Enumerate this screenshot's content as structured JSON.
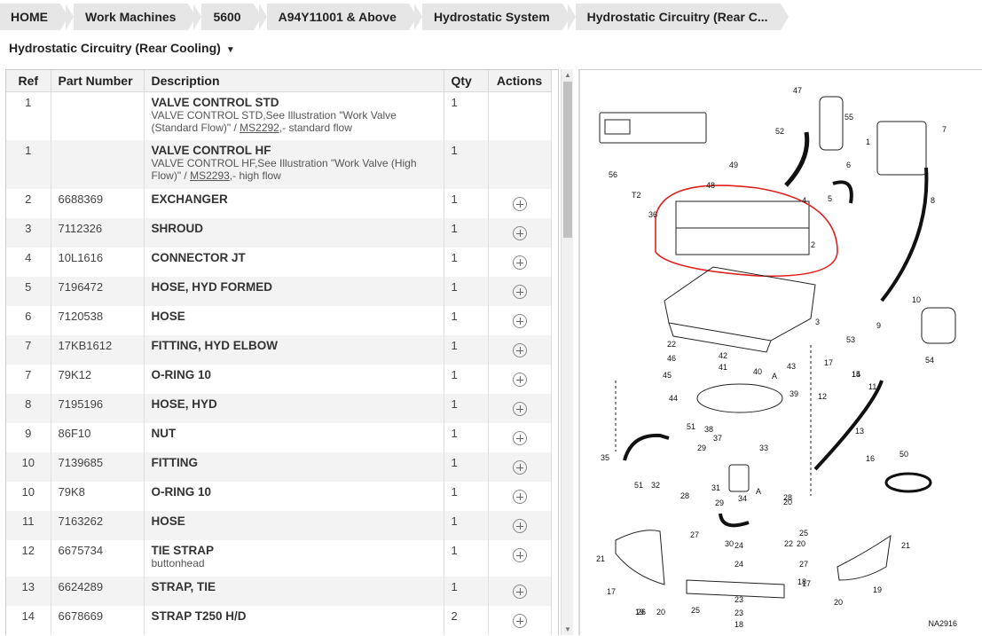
{
  "breadcrumb": [
    "HOME",
    "Work Machines",
    "5600",
    "A94Y11001 & Above",
    "Hydrostatic System",
    "Hydrostatic Circuitry (Rear C..."
  ],
  "page_title": "Hydrostatic Circuitry (Rear Cooling)",
  "table": {
    "headers": {
      "ref": "Ref",
      "part": "Part Number",
      "desc": "Description",
      "qty": "Qty",
      "actions": "Actions"
    },
    "rows": [
      {
        "ref": "1",
        "part": "",
        "title": "VALVE CONTROL STD",
        "sub_pre": "VALVE CONTROL STD,See Illustration \"Work Valve (Standard Flow)\" / ",
        "sub_link": "MS2292",
        "sub_post": ",- standard flow",
        "qty": "1",
        "action": false
      },
      {
        "ref": "1",
        "part": "",
        "title": "VALVE CONTROL HF",
        "sub_pre": "VALVE CONTROL HF,See Illustration \"Work Valve (High Flow)\" / ",
        "sub_link": "MS2293",
        "sub_post": ",- high flow",
        "qty": "1",
        "action": false
      },
      {
        "ref": "2",
        "part": "6688369",
        "title": "EXCHANGER",
        "qty": "1",
        "action": true
      },
      {
        "ref": "3",
        "part": "7112326",
        "title": "SHROUD",
        "qty": "1",
        "action": true
      },
      {
        "ref": "4",
        "part": "10L1616",
        "title": "CONNECTOR JT",
        "qty": "1",
        "action": true
      },
      {
        "ref": "5",
        "part": "7196472",
        "title": "HOSE, HYD FORMED",
        "qty": "1",
        "action": true
      },
      {
        "ref": "6",
        "part": "7120538",
        "title": "HOSE",
        "qty": "1",
        "action": true
      },
      {
        "ref": "7",
        "part": "17KB1612",
        "title": "FITTING, HYD ELBOW",
        "qty": "1",
        "action": true
      },
      {
        "ref": "7",
        "part": "79K12",
        "title": "O-RING 10",
        "qty": "1",
        "action": true
      },
      {
        "ref": "8",
        "part": "7195196",
        "title": "HOSE, HYD",
        "qty": "1",
        "action": true
      },
      {
        "ref": "9",
        "part": "86F10",
        "title": "NUT",
        "qty": "1",
        "action": true
      },
      {
        "ref": "10",
        "part": "7139685",
        "title": "FITTING",
        "qty": "1",
        "action": true
      },
      {
        "ref": "10",
        "part": "79K8",
        "title": "O-RING 10",
        "qty": "1",
        "action": true
      },
      {
        "ref": "11",
        "part": "7163262",
        "title": "HOSE",
        "qty": "1",
        "action": true
      },
      {
        "ref": "12",
        "part": "6675734",
        "title": "TIE STRAP",
        "sub_plain": "buttonhead",
        "qty": "1",
        "action": true
      },
      {
        "ref": "13",
        "part": "6624289",
        "title": "STRAP, TIE",
        "qty": "1",
        "action": true
      },
      {
        "ref": "14",
        "part": "6678669",
        "title": "STRAP T250 H/D",
        "qty": "2",
        "action": true
      }
    ]
  },
  "diagram": {
    "code": "NA2916",
    "labels": [
      "47",
      "55",
      "52",
      "1",
      "7",
      "49",
      "56",
      "48",
      "6",
      "T2",
      "36",
      "4",
      "5",
      "8",
      "2",
      "3",
      "10",
      "9",
      "54",
      "22",
      "46",
      "42",
      "41",
      "40",
      "43",
      "45",
      "A",
      "53",
      "17",
      "15",
      "14",
      "39",
      "11",
      "12",
      "44",
      "13",
      "38",
      "37",
      "51",
      "29",
      "33",
      "16",
      "35",
      "50",
      "31",
      "34",
      "A",
      "51",
      "32",
      "28",
      "29",
      "28",
      "20",
      "25",
      "27",
      "24",
      "21",
      "30",
      "22",
      "20",
      "21",
      "27",
      "24",
      "17",
      "18",
      "19",
      "20",
      "26",
      "23",
      "25",
      "23",
      "18",
      "17",
      "19",
      "20"
    ],
    "highlight_color": "#e0201c"
  }
}
